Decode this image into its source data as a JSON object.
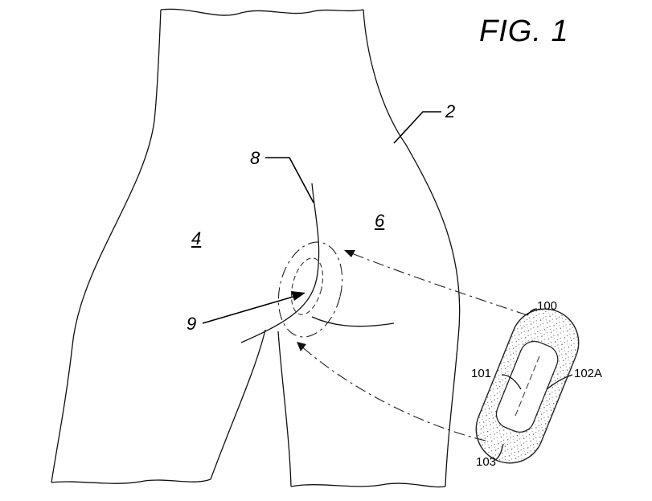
{
  "figure": {
    "title": "FIG. 1",
    "labels": {
      "body": "2",
      "left_leg": "4",
      "right_leg": "6",
      "crease": "8",
      "site": "9",
      "bandage": "100",
      "window": "101",
      "slot": "102A",
      "border": "103"
    }
  }
}
